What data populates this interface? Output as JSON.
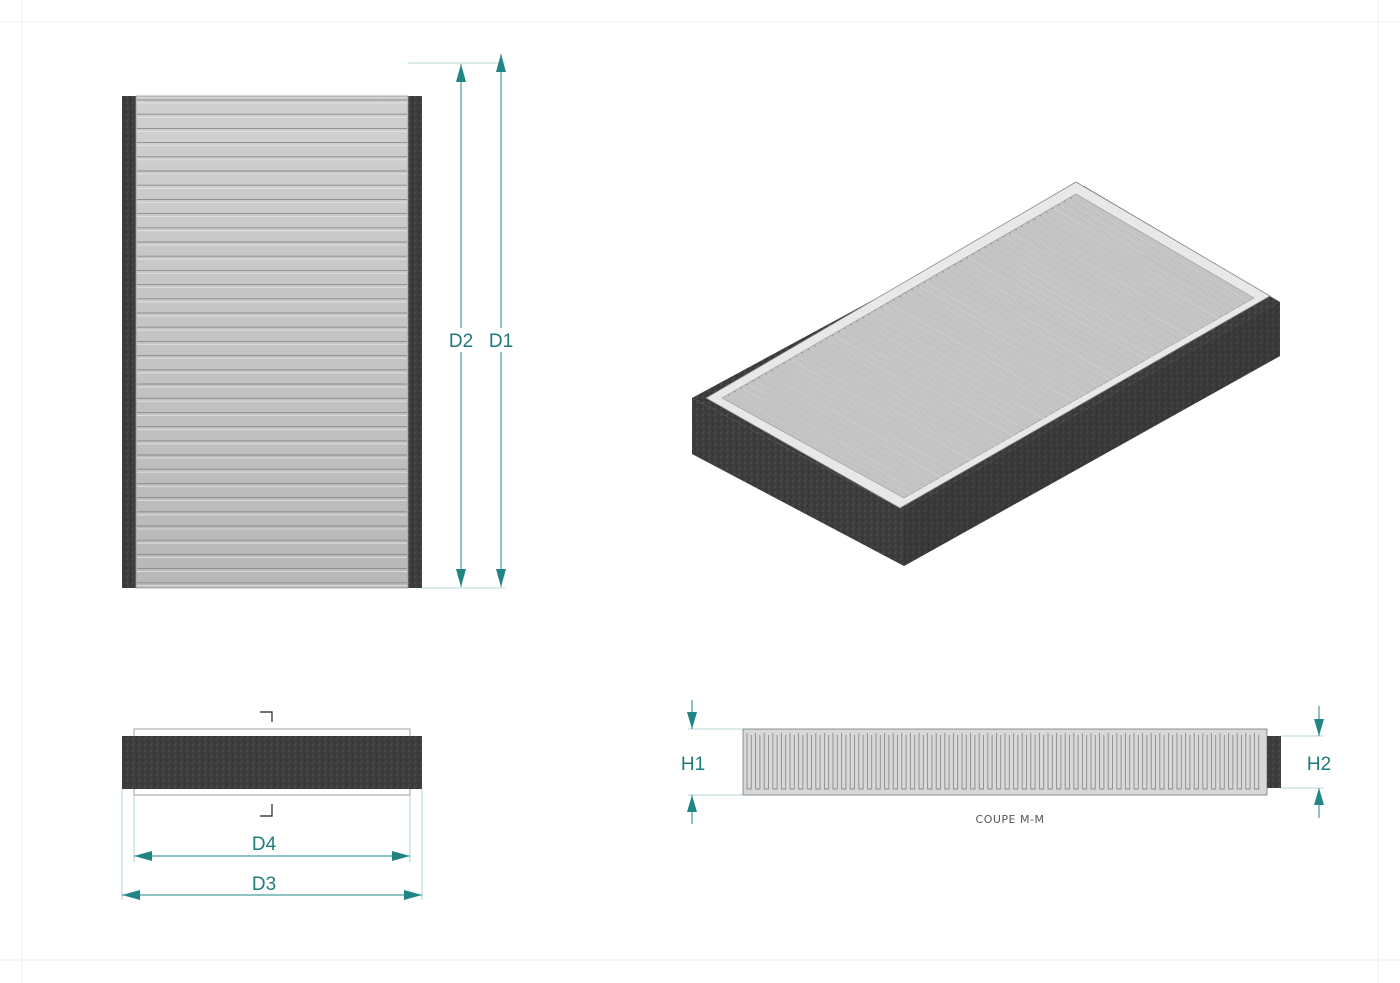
{
  "drawing": {
    "top_view": {
      "dimensions": {
        "d1": "D1",
        "d2": "D2"
      }
    },
    "front_view": {
      "dimensions": {
        "d3": "D3",
        "d4": "D4"
      }
    },
    "section_view": {
      "label": "COUPE M-M",
      "dimensions": {
        "h1": "H1",
        "h2": "H2"
      }
    }
  },
  "colors": {
    "dimension": "#1f8585",
    "foam": "#3a3a3a",
    "pleat_media": "#c8c8c8",
    "frame": "#e6e6e6"
  }
}
